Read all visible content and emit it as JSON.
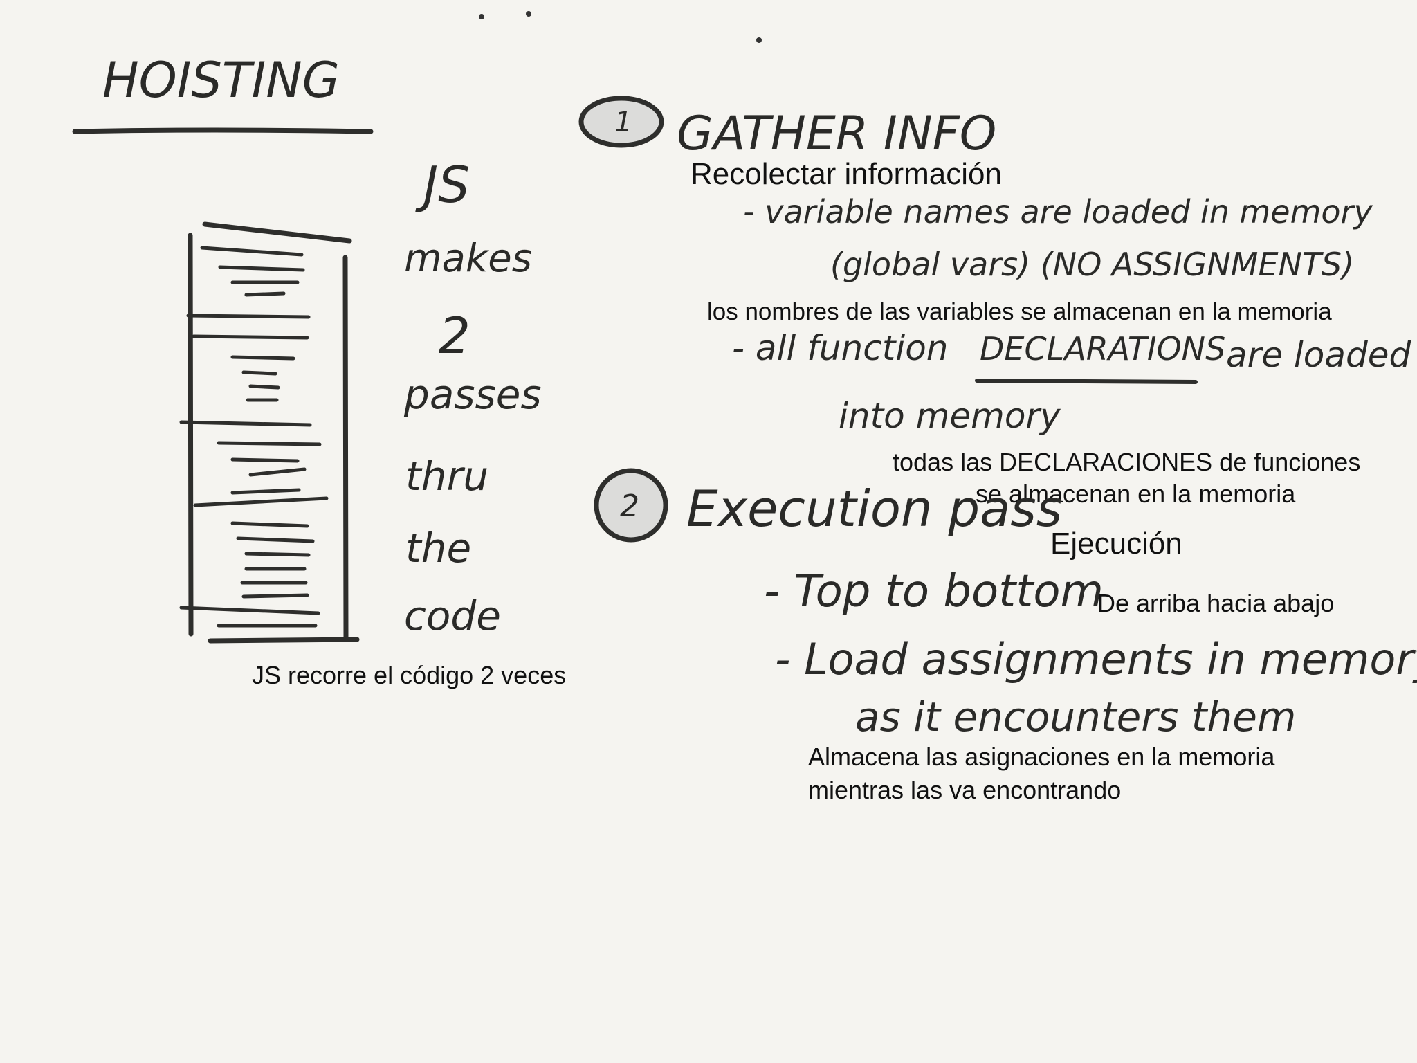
{
  "title": "HOISTING",
  "left_column": {
    "words": [
      "JS",
      "makes",
      "2",
      "passes",
      "thru",
      "the",
      "code"
    ],
    "caption": "JS recorre el código 2 veces"
  },
  "step1": {
    "number": "1",
    "heading": "GATHER INFO",
    "heading_es": "Recolectar información",
    "bullet1_line1": "- variable names are loaded in memory",
    "bullet1_line2": "(global vars) (NO ASSIGNMENTS)",
    "bullet1_es": "los nombres de las variables se almacenan en la memoria",
    "bullet2_prefix": "- all function",
    "bullet2_emph": "DECLARATIONS",
    "bullet2_suffix": "are loaded",
    "bullet2_line2": "into memory",
    "bullet2_es_line1": "todas las DECLARACIONES de funciones",
    "bullet2_es_line2": "se almacenan en la memoria"
  },
  "step2": {
    "number": "2",
    "heading": "Execution pass",
    "heading_es": "Ejecución",
    "bullet1": "- Top to bottom",
    "bullet1_es": "De arriba hacia abajo",
    "bullet2_line1": "- Load assignments in memory",
    "bullet2_line2": "as it encounters them",
    "bullet2_es_line1": "Almacena las asignaciones en la memoria",
    "bullet2_es_line2": "mientras las va encontrando"
  }
}
